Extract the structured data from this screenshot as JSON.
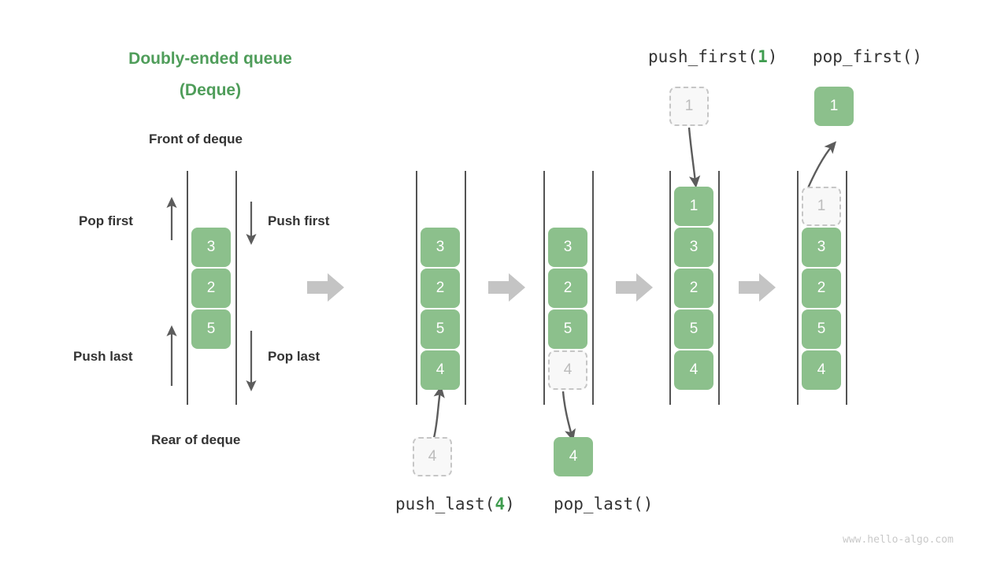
{
  "diagram": {
    "title_line1": "Doubly-ended queue",
    "title_line2": "(Deque)",
    "front_label": "Front of deque",
    "rear_label": "Rear of deque",
    "watermark": "www.hello-algo.com",
    "accent_green": "#4f9d5a",
    "box_green": "#8cc08c",
    "ghost_gray": "#c6c6c6",
    "text_dark": "#333333",
    "arrow_gray": "#c4c4c4"
  },
  "legend": {
    "pop_first": "Pop first",
    "push_first": "Push first",
    "push_last": "Push last",
    "pop_last": "Pop last"
  },
  "operations": {
    "push_first_prefix": "push_first(",
    "push_first_arg": "1",
    "push_first_suffix": ")",
    "pop_first": "pop_first()",
    "push_last_prefix": "push_last(",
    "push_last_arg": "4",
    "push_last_suffix": ")",
    "pop_last": "pop_last()"
  },
  "columns": [
    {
      "id": "initial",
      "boxes": [
        "3",
        "2",
        "5"
      ],
      "ghost": null,
      "external": null
    },
    {
      "id": "after-push-last",
      "boxes": [
        "3",
        "2",
        "5",
        "4"
      ],
      "ghost": null,
      "external": {
        "value": "4",
        "kind": "ghost",
        "position": "below"
      }
    },
    {
      "id": "before-pop-last",
      "boxes": [
        "3",
        "2",
        "5"
      ],
      "ghost": {
        "value": "4",
        "position": "bottom"
      },
      "external": {
        "value": "4",
        "kind": "solid",
        "position": "below"
      }
    },
    {
      "id": "after-push-first",
      "boxes": [
        "1",
        "3",
        "2",
        "5",
        "4"
      ],
      "ghost": null,
      "external": {
        "value": "1",
        "kind": "ghost",
        "position": "above"
      }
    },
    {
      "id": "before-pop-first",
      "boxes": [
        "3",
        "2",
        "5",
        "4"
      ],
      "ghost": {
        "value": "1",
        "position": "top"
      },
      "external": {
        "value": "1",
        "kind": "solid",
        "position": "above"
      }
    }
  ]
}
